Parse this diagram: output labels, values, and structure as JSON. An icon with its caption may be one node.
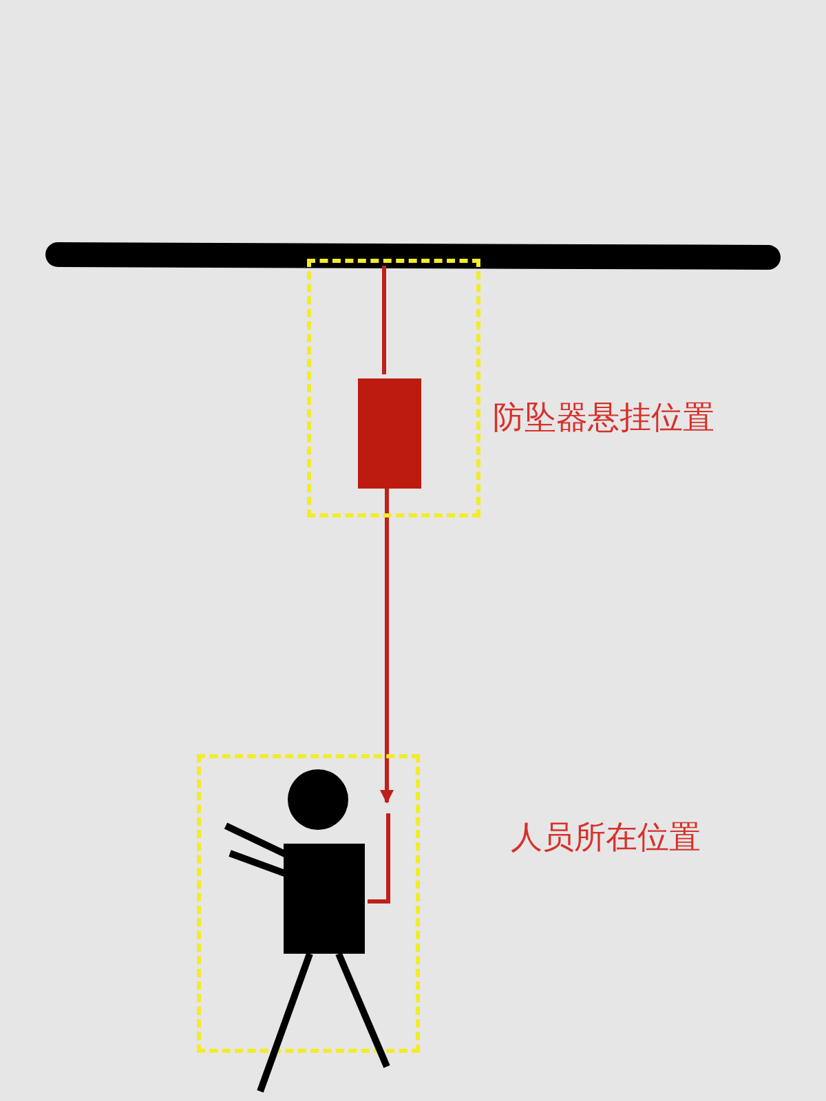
{
  "diagram": {
    "nodes": [
      {
        "text": [
          "防坠器悬挂位置"
        ]
      },
      {
        "text": [],
        "shape": "box",
        "in": 0
      },
      {
        "text": [
          "人员所在位置"
        ]
      },
      {
        "text": [],
        "shape": "person",
        "in": 2
      }
    ],
    "edges": [
      {
        "from": 1,
        "to": 3,
        "arrow": "to",
        "color": "#c0201a"
      }
    ]
  }
}
